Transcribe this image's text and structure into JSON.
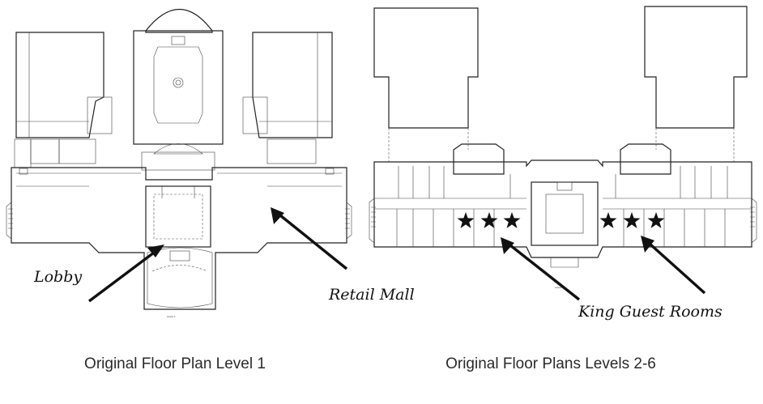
{
  "plans": {
    "level1": {
      "caption": "Original Floor Plan Level 1",
      "callouts": {
        "lobby": "Lobby",
        "retail": "Retail Mall"
      }
    },
    "levels2to6": {
      "caption": "Original Floor Plans Levels 2-6",
      "callouts": {
        "king": "King Guest Rooms"
      },
      "star_count": 6
    }
  },
  "colors": {
    "line": "#222222",
    "text": "#111111",
    "caption": "#2a2a2a",
    "background": "#ffffff"
  }
}
